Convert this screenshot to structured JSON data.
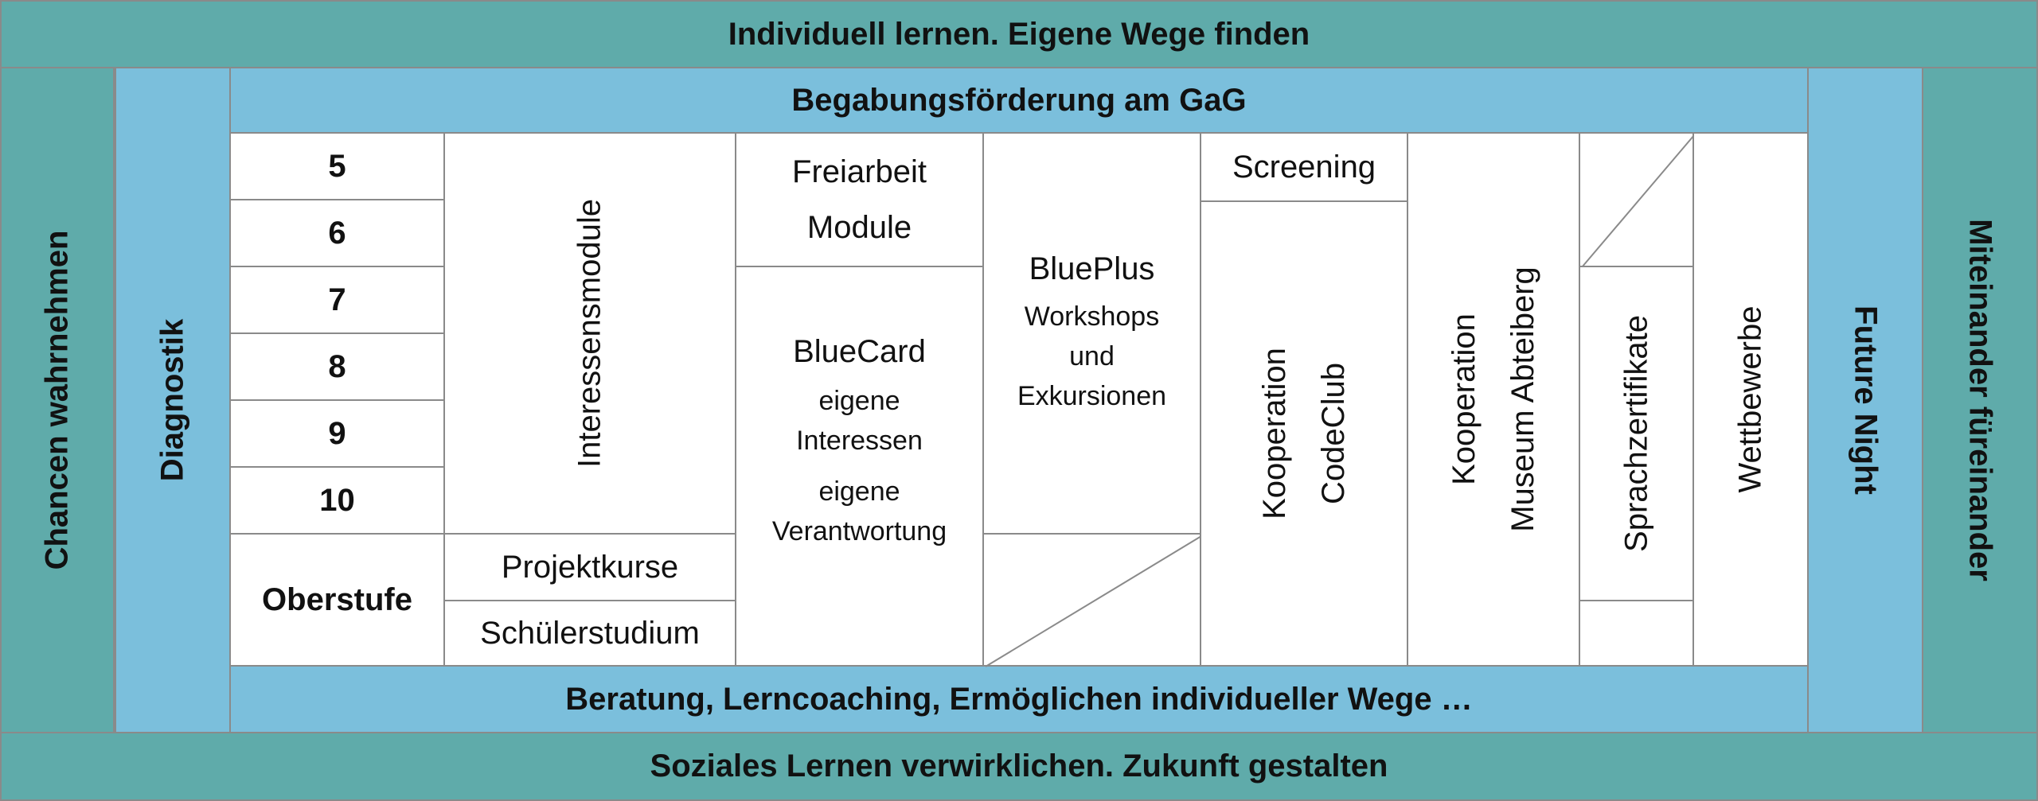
{
  "outer": {
    "top": "Individuell lernen. Eigene Wege finden",
    "bottom": "Soziales Lernen verwirklichen. Zukunft gestalten",
    "left": "Chancen wahrnehmen",
    "right": "Miteinander füreinander"
  },
  "inner": {
    "diagnostik": "Diagnostik",
    "future_night": "Future Night",
    "header": "Begabungsförderung am GaG",
    "footer": "Beratung, Lerncoaching, Ermöglichen individueller Wege …"
  },
  "grades": [
    "5",
    "6",
    "7",
    "8",
    "9",
    "10"
  ],
  "oberstufe": "Oberstufe",
  "interessensmodule": "Interessensmodule",
  "projektkurse": "Projektkurse",
  "schuelerstudium": "Schülerstudium",
  "freiarbeit": {
    "line1": "Freiarbeit",
    "line2": "Module"
  },
  "bluecard": {
    "title": "BlueCard",
    "line1": "eigene",
    "line2": "Interessen",
    "line3": "eigene",
    "line4": "Verantwortung"
  },
  "blueplus": {
    "title": "BluePlus",
    "line1": "Workshops",
    "line2": "und",
    "line3": "Exkursionen"
  },
  "screening": "Screening",
  "codeclub": {
    "line1": "Kooperation",
    "line2": "CodeClub"
  },
  "museum": {
    "line1": "Kooperation",
    "line2": "Museum Abteiberg"
  },
  "sprachzertifikate": "Sprachzertifikate",
  "wettbewerbe": "Wettbewerbe",
  "colors": {
    "teal": "#5fabaa",
    "blue": "#7bbfdc",
    "border": "#8a8a8a"
  }
}
